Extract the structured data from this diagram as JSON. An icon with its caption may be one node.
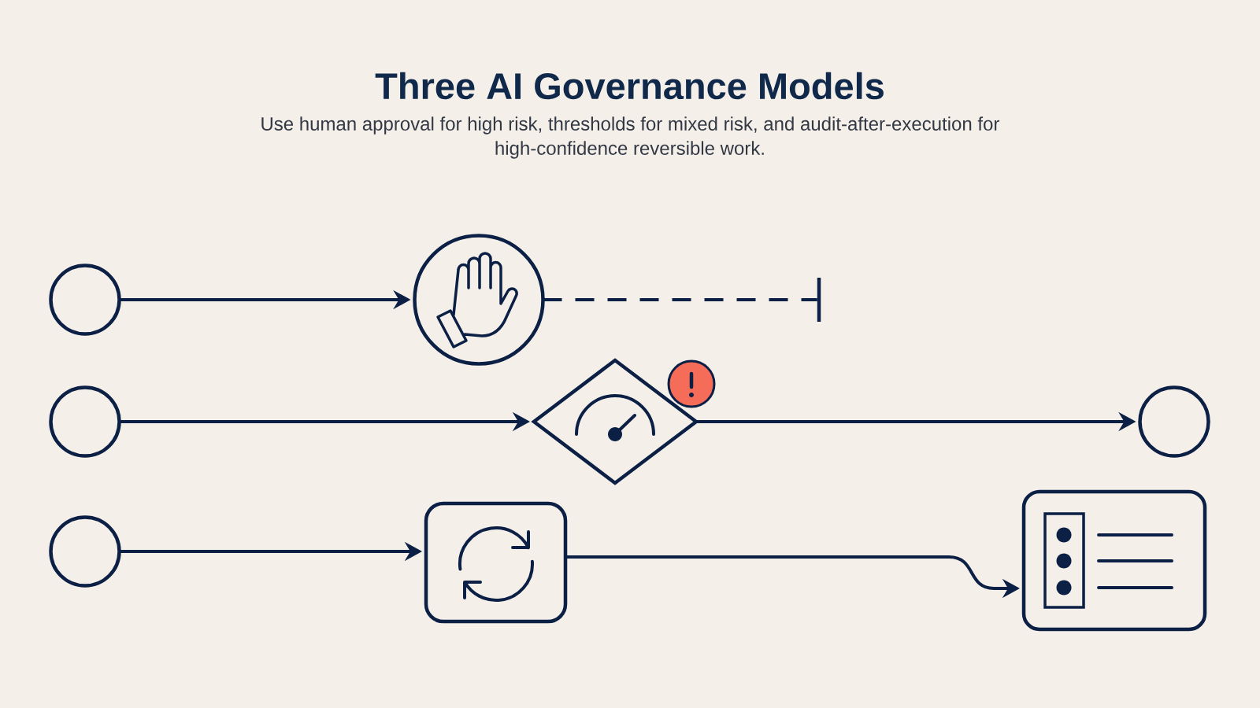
{
  "diagram": {
    "title": "Three AI Governance Models",
    "caption": "Use human approval for high risk, thresholds for mixed risk, and audit-after-execution for high-confidence reversible work.",
    "nodes": [
      {
        "text": [],
        "shape": "circle"
      },
      {
        "text": [],
        "shape": "circle"
      },
      {
        "text": [],
        "shape": "bar"
      },
      {
        "text": [],
        "shape": "circle"
      },
      {
        "text": [],
        "shape": "diamond"
      },
      {
        "text": [],
        "shape": "circle"
      },
      {
        "text": [],
        "shape": "circle"
      },
      {
        "text": [],
        "shape": "box"
      },
      {
        "text": [],
        "shape": "box"
      }
    ],
    "edges": [
      {
        "from": 0,
        "to": 1,
        "arrow": "to"
      },
      {
        "from": 1,
        "to": 2,
        "arrow": "none",
        "style": "dashed"
      },
      {
        "from": 3,
        "to": 4,
        "arrow": "to"
      },
      {
        "from": 4,
        "to": 5,
        "arrow": "to"
      },
      {
        "from": 6,
        "to": 7,
        "arrow": "to"
      },
      {
        "from": 7,
        "to": 8,
        "arrow": "to"
      }
    ]
  }
}
